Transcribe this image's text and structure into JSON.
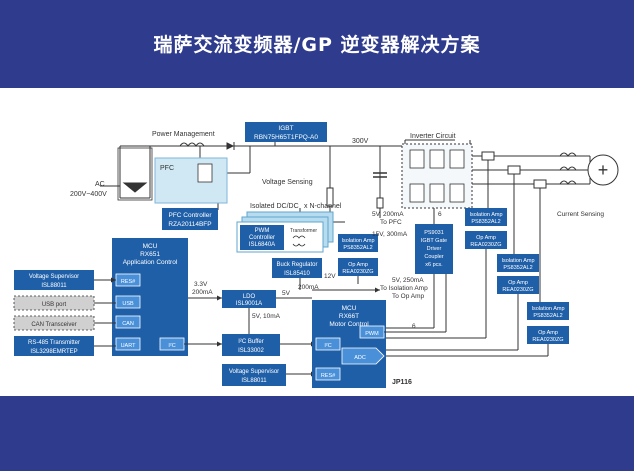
{
  "header": {
    "title": "瑞萨交流变频器/GP 逆变器解决方案"
  },
  "colors": {
    "band": "#2f3b8c",
    "block": "#1f5fa8",
    "block_light": "#b8dcef",
    "gray_block": "#d0d0d0",
    "line": "#333333"
  },
  "diagram": {
    "power_management": "Power Management",
    "igbt": {
      "line1": "IGBT",
      "line2": "RBN75H65T1FPQ-A0"
    },
    "v300": "300V",
    "inverter_circuit": "Inverter Circuit",
    "ac": {
      "line1": "AC",
      "line2": "200V~400V"
    },
    "pfc": "PFC",
    "voltage_sensing": "Voltage Sensing",
    "isolated_dcdc": "Isolated DC/DC",
    "n_channel": "x N-channel",
    "transformer": "Transformer",
    "pwm_controller": {
      "line1": "PWM",
      "line2": "Controller",
      "line3": "ISL6840A"
    },
    "pfc_controller": {
      "line1": "PFC Controller",
      "line2": "RZA20114BFP"
    },
    "v5_200ma": "5V, 200mA",
    "to_pfc": "To PFC",
    "v15_300ma": "15V, 300mA",
    "iso_amp_left": {
      "line1": "Isolation Amp",
      "line2": "PS8352AL2"
    },
    "op_amp_left": {
      "line1": "Op Amp",
      "line2": "REA0230ZG"
    },
    "buck_regulator": {
      "line1": "Buck Regulator",
      "line2": "ISL85410"
    },
    "v12": "12V",
    "ps9031": {
      "line1": "PS9031",
      "line2": "IGBT Gate",
      "line3": "Driver",
      "line4": "Coupler",
      "line5": "x6 pcs."
    },
    "six_top": "6",
    "six_bottom": "6",
    "iso_amp_r1": {
      "line1": "Isolation Amp",
      "line2": "PS8352AL2"
    },
    "op_amp_r1": {
      "line1": "Op Amp",
      "line2": "REA0230ZG"
    },
    "iso_amp_r2": {
      "line1": "Isolation Amp",
      "line2": "PS8352AL2"
    },
    "op_amp_r2": {
      "line1": "Op Amp",
      "line2": "REA0230ZG"
    },
    "iso_amp_r3": {
      "line1": "Isolation Amp",
      "line2": "PS8352AL2"
    },
    "op_amp_r3": {
      "line1": "Op Amp",
      "line2": "REA0230ZG"
    },
    "current_sensing": "Current Sensing",
    "mcu_left": {
      "line1": "MCU",
      "line2": "RX651",
      "line3": "Application Control"
    },
    "rest": "RES#",
    "usb": "USB",
    "can": "CAN",
    "uart": "UART",
    "i2c": "I²C",
    "voltage_supervisor_left": {
      "line1": "Voltage Supervisor",
      "line2": "ISL88011"
    },
    "usb_port": "USB port",
    "can_transceiver": "CAN Transceiver",
    "rs485": {
      "line1": "RS-485 Transmitter",
      "line2": "ISL3298EMRTEP"
    },
    "v33": "3.3V",
    "ma200": "200mA",
    "ldo": {
      "line1": "LDO",
      "line2": "ISL9001A"
    },
    "v5": "5V",
    "ma200b": "200mA",
    "v5_10ma": "5V, 10mA",
    "i2c_buffer": {
      "line1": "I²C Buffer",
      "line2": "ISL33002"
    },
    "voltage_supervisor_mid": {
      "line1": "Voltage Supervisor",
      "line2": "ISL88011"
    },
    "v5_250ma": "5V, 250mA",
    "to_isolation_amp": "To Isolation Amp",
    "to_op_amp": "To Op Amp",
    "mcu_right": {
      "line1": "MCU",
      "line2": "RX66T",
      "line3": "Motor Control"
    },
    "pwm": "PWM",
    "i2c_right": "I²C",
    "adc": "ADC",
    "res_right": "RES#",
    "jp116": "JP116"
  }
}
